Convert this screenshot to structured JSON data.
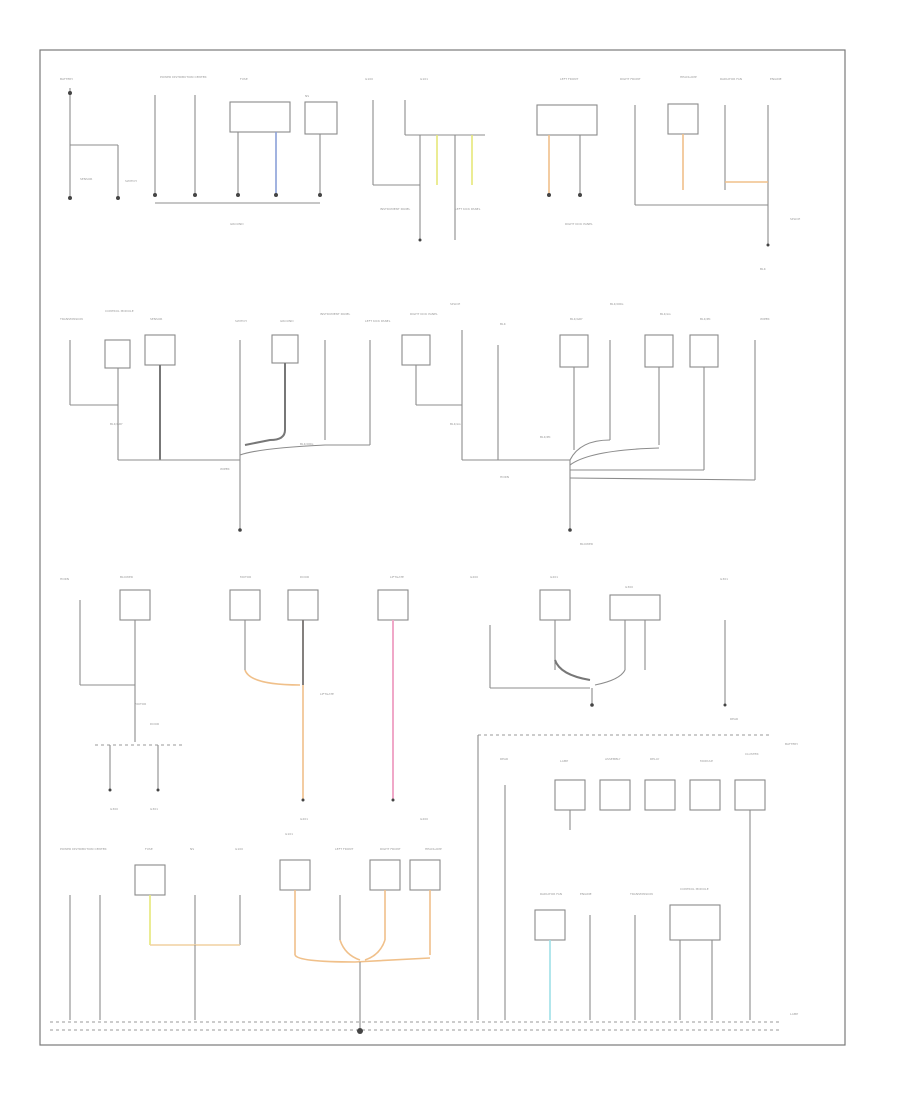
{
  "diagram": {
    "page_id": "",
    "wire_colors": {
      "blue": "#8aa0d8",
      "yellow": "#e6e87a",
      "orange": "#f0c08a",
      "pink": "#f0a8c8",
      "cyan": "#9ee0e8",
      "tan": "#f0d0a0",
      "ground": "#6f6f6f"
    },
    "texts": [
      "BATTERY",
      "POWER DISTRIBUTION CENTER",
      "FUSE",
      "NS",
      "G100",
      "G101",
      "LEFT FRONT",
      "RIGHT FRONT",
      "HEADLAMP",
      "RADIATOR FAN",
      "ENGINE",
      "TRANSMISSION",
      "CONTROL MODULE",
      "SENSOR",
      "SWITCH",
      "GROUND",
      "INSTRUMENT PANEL",
      "LEFT KICK PANEL",
      "RIGHT KICK PANEL",
      "SPLICE",
      "BLK",
      "BLK/GRY",
      "BLK/ORG",
      "BLK/LG",
      "BLK/PK",
      "WIPER",
      "HORN",
      "BLOWER",
      "MOTOR",
      "DOOR",
      "LIFTGATE",
      "G200",
      "G201",
      "G300",
      "G301",
      "REAR",
      "LAMP",
      "ASSEMBLY",
      "RELAY",
      "MODULE",
      "CLUSTER"
    ]
  }
}
